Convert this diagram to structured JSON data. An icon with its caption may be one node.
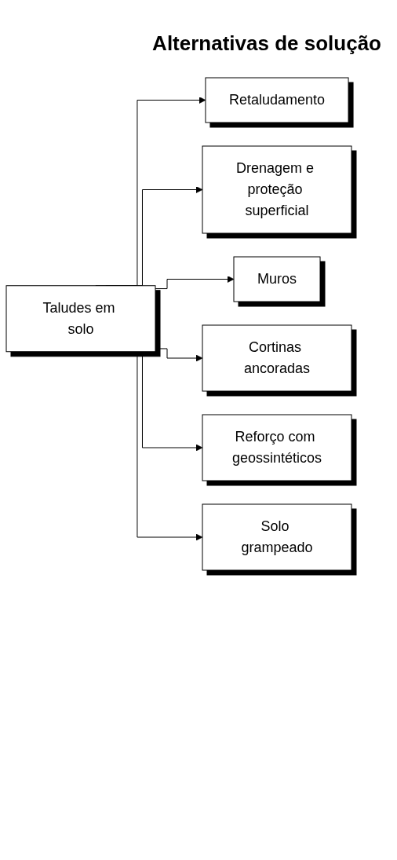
{
  "diagram": {
    "title": "Alternativas de solução",
    "nodes": [
      {
        "text": [
          "Taludes em solo"
        ]
      },
      {
        "text": [
          "Retaludamento"
        ]
      },
      {
        "text": [
          "Drenagem e proteção superficial"
        ]
      },
      {
        "text": [
          "Muros"
        ]
      },
      {
        "text": [
          "Cortinas ancoradas"
        ]
      },
      {
        "text": [
          "Reforço com geossintéticos"
        ]
      },
      {
        "text": [
          "Solo grampeado"
        ]
      }
    ],
    "edges": [
      {
        "from": 0,
        "to": 1,
        "arrow": "to"
      },
      {
        "from": 0,
        "to": 2,
        "arrow": "to"
      },
      {
        "from": 0,
        "to": 3,
        "arrow": "to"
      },
      {
        "from": 0,
        "to": 4,
        "arrow": "to"
      },
      {
        "from": 0,
        "to": 5,
        "arrow": "to"
      },
      {
        "from": 0,
        "to": 6,
        "arrow": "to"
      }
    ]
  }
}
